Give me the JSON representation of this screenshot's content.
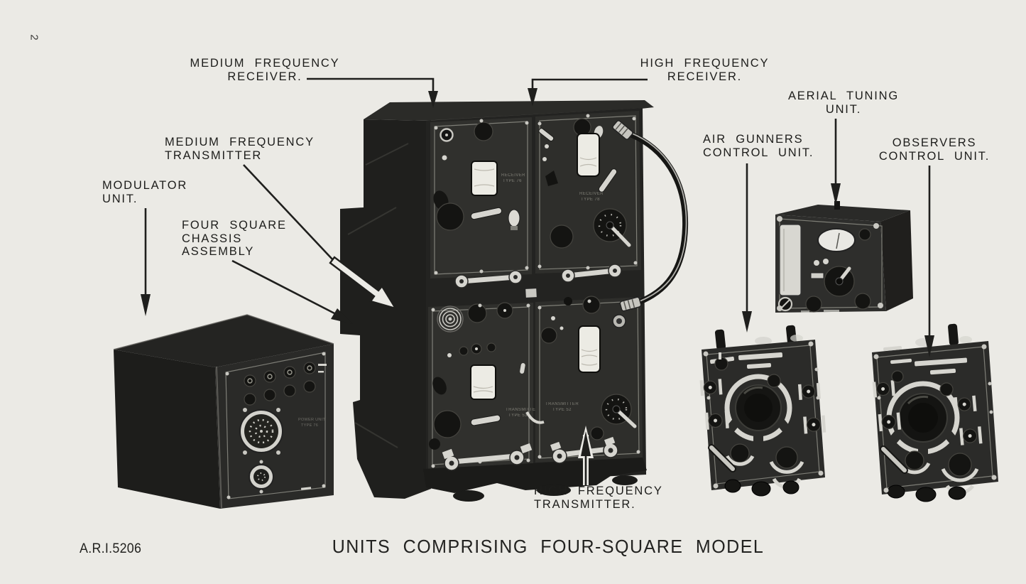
{
  "page": {
    "background_color": "#ebeae5",
    "ink_color": "#1d1d1b",
    "page_number": "2",
    "reference_number": "A.R.I.5206",
    "caption": "UNITS COMPRISING FOUR-SQUARE MODEL"
  },
  "labels": {
    "mf_receiver": {
      "lines": [
        "MEDIUM FREQUENCY",
        "RECEIVER."
      ]
    },
    "hf_receiver": {
      "lines": [
        "HIGH FREQUENCY",
        "RECEIVER."
      ]
    },
    "aerial_tuning_unit": {
      "lines": [
        "AERIAL TUNING",
        "UNIT."
      ]
    },
    "air_gunners_control_unit": {
      "lines": [
        "AIR GUNNERS",
        "CONTROL UNIT."
      ]
    },
    "observers_control_unit": {
      "lines": [
        "OBSERVERS",
        "CONTROL UNIT."
      ]
    },
    "mf_transmitter": {
      "lines": [
        "MEDIUM FREQUENCY",
        "TRANSMITTER"
      ]
    },
    "modulator_unit": {
      "lines": [
        "MODULATOR",
        "UNIT."
      ]
    },
    "four_square_chassis": {
      "lines": [
        "FOUR SQUARE",
        "CHASSIS",
        "ASSEMBLY"
      ]
    },
    "hf_transmitter": {
      "lines": [
        "HIGH FREQUENCY",
        "TRANSMITTER."
      ]
    }
  },
  "panel_markings": {
    "mf_receiver_panel": [
      "RECEIVER",
      "TYPE 76"
    ],
    "hf_receiver_panel": [
      "RECEIVER",
      "TYPE 78"
    ],
    "mf_transmitter_panel": [
      "TRANSMITTER",
      "TYPE 53"
    ],
    "hf_transmitter_panel": [
      "TRANSMITTER",
      "TYPE 52"
    ],
    "modulator_panel": [
      "POWER UNIT",
      "TYPE 76"
    ]
  }
}
